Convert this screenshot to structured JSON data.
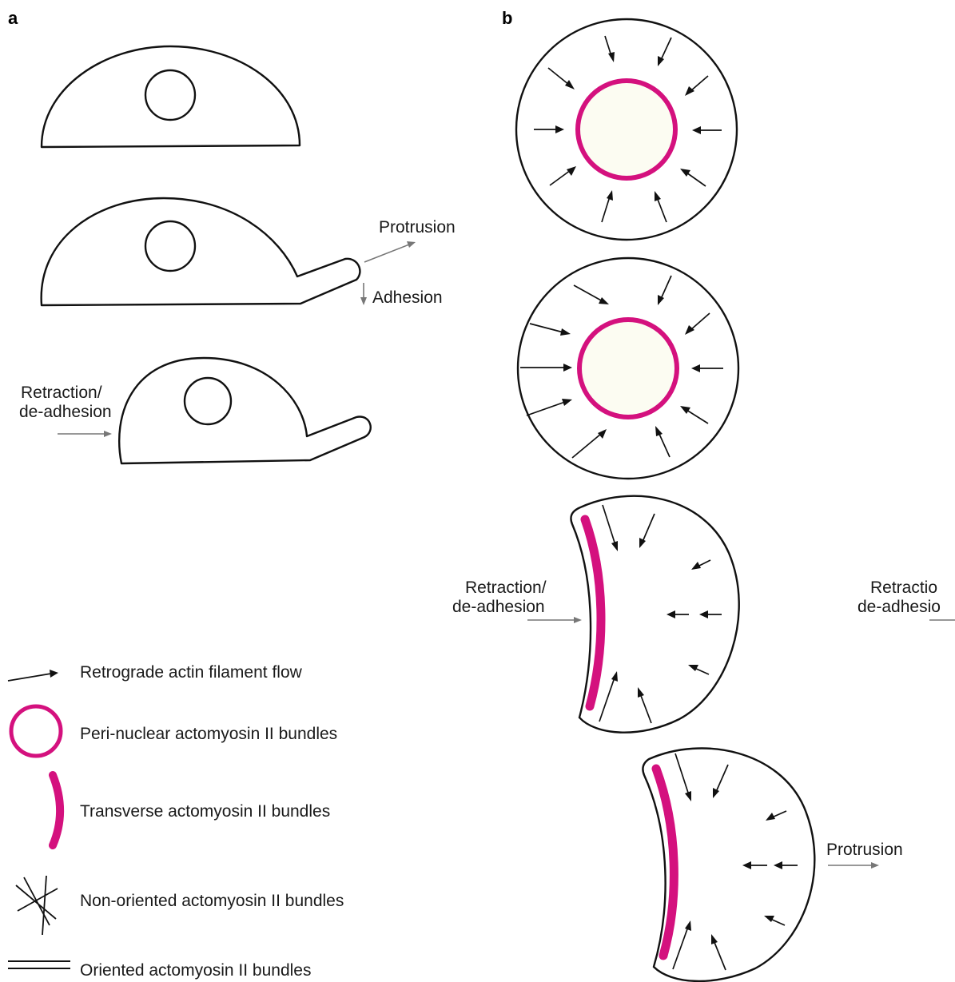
{
  "panels": {
    "a": "a",
    "b": "b"
  },
  "panel_a": {
    "protrusion": "Protrusion",
    "adhesion": "Adhesion",
    "retraction_line1": "Retraction/",
    "retraction_line2": "de-adhesion"
  },
  "panel_b": {
    "retraction_line1": "Retraction/",
    "retraction_line2": "de-adhesion",
    "retraction_cut_line1": "Retractio",
    "retraction_cut_line2": "de-adhesio",
    "protrusion": "Protrusion"
  },
  "legend": {
    "retrograde": "Retrograde actin filament flow",
    "perinuclear": "Peri-nuclear actomyosin II bundles",
    "transverse": "Transverse actomyosin II bundles",
    "nonoriented": "Non-oriented actomyosin II bundles",
    "oriented": "Oriented actomyosin II bundles"
  },
  "colors": {
    "actomyosin": "#d4117e",
    "nucleus_fill": "#fcfcf2",
    "outline": "#111111",
    "motion_arrow": "#777777"
  }
}
